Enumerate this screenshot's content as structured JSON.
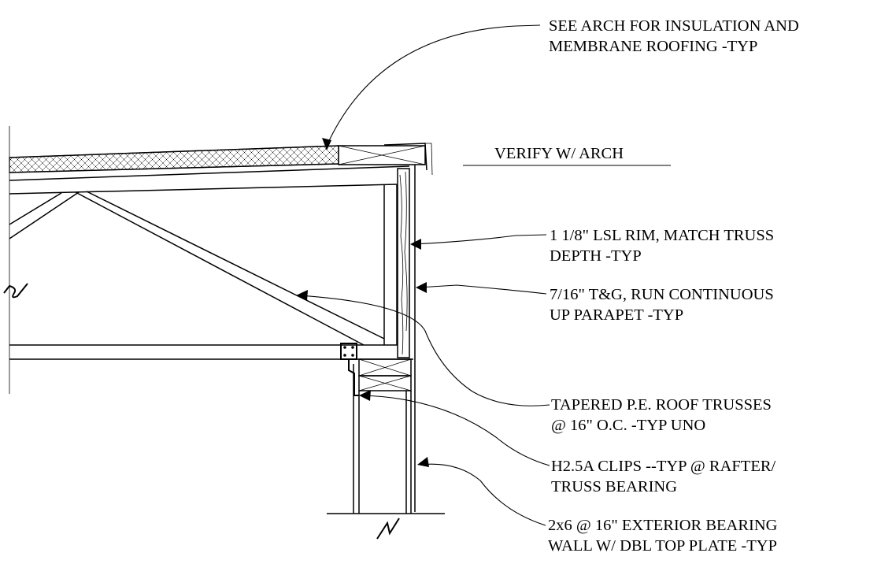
{
  "notes": {
    "insulation": [
      "SEE ARCH FOR INSULATION AND",
      "MEMBRANE ROOFING -TYP"
    ],
    "verify": "VERIFY W/ ARCH",
    "rim": [
      "1 1/8\" LSL RIM, MATCH TRUSS",
      "DEPTH -TYP"
    ],
    "sheathing": [
      "7/16\" T&G, RUN CONTINUOUS",
      "UP PARAPET -TYP"
    ],
    "trusses": [
      "TAPERED P.E. ROOF TRUSSES",
      "@ 16\" O.C. -TYP UNO"
    ],
    "clips": [
      "H2.5A CLIPS --TYP @ RAFTER/",
      "TRUSS BEARING"
    ],
    "wall": [
      "2x6 @ 16\" EXTERIOR BEARING",
      "WALL W/ DBL TOP PLATE -TYP"
    ]
  },
  "colors": {
    "ink": "#000000",
    "background": "#ffffff"
  }
}
